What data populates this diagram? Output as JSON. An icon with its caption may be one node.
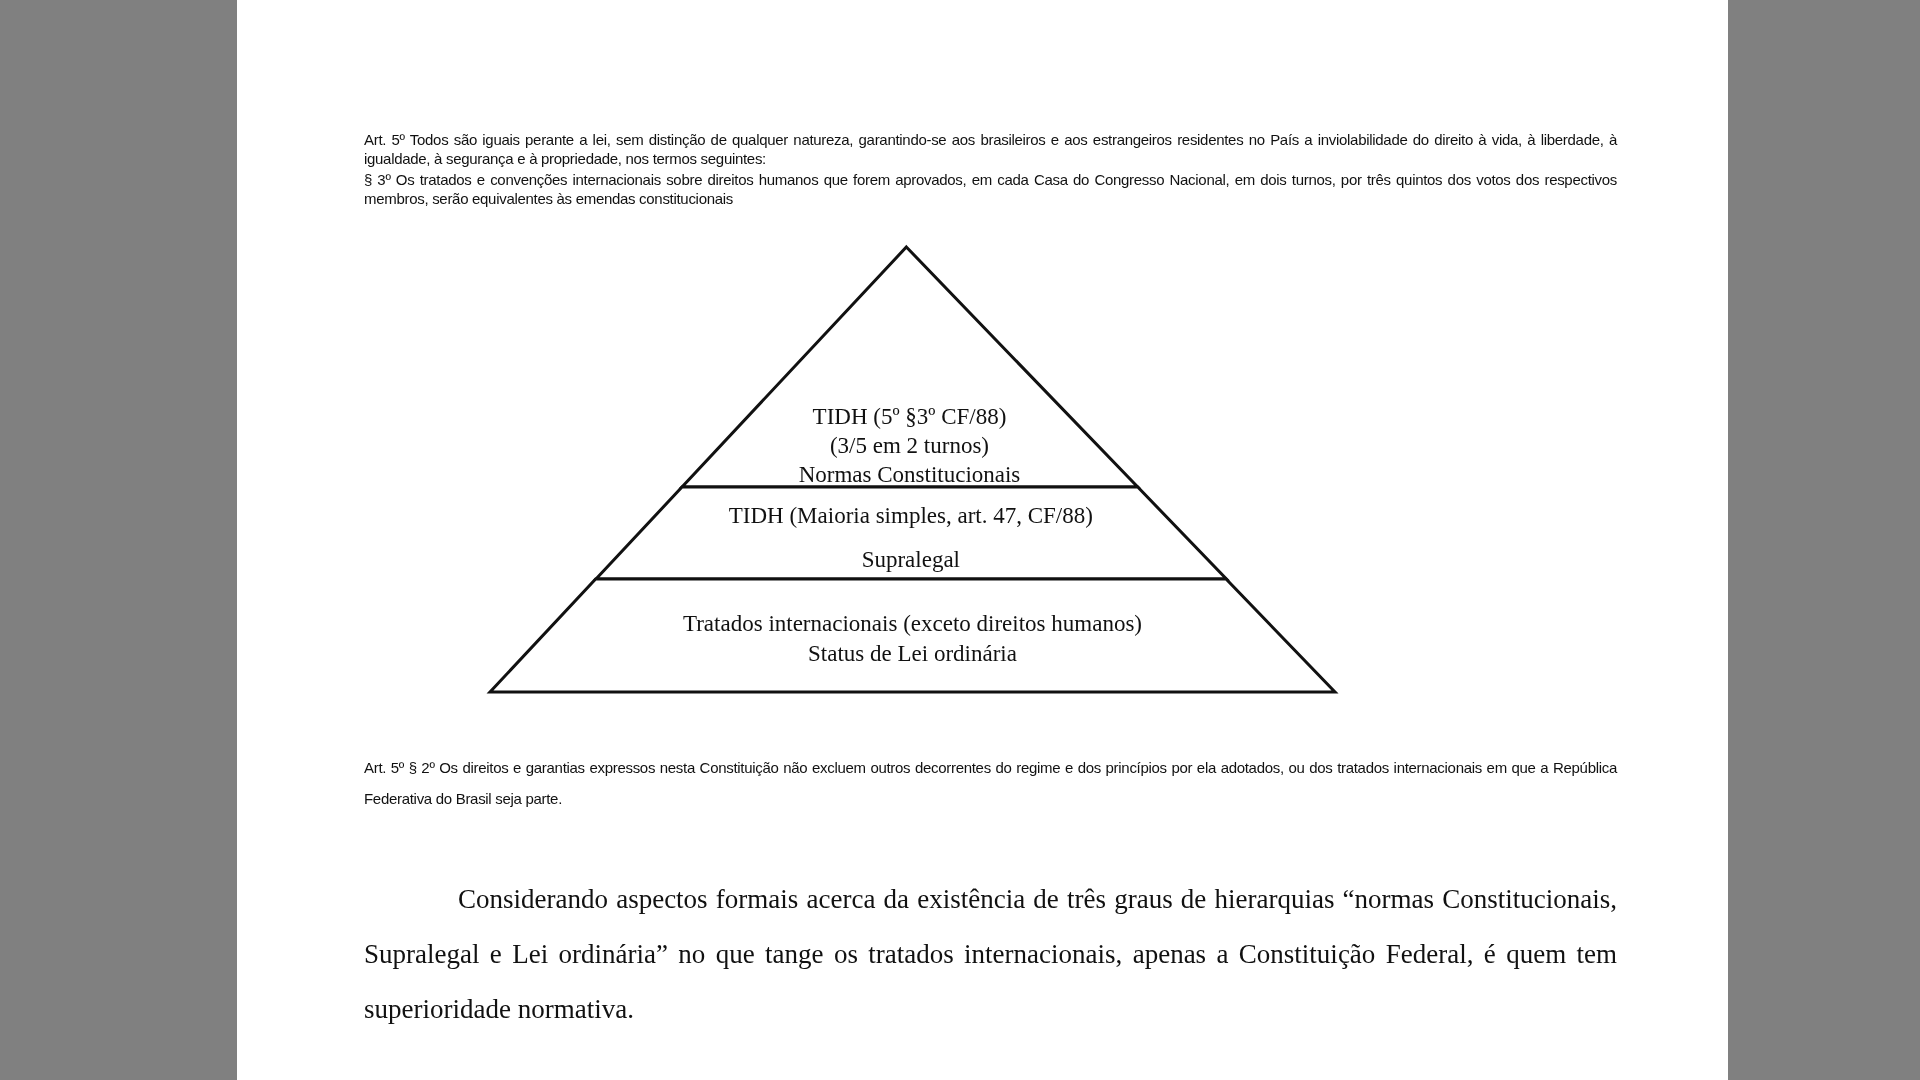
{
  "diagram": {
    "nodes": [
      {
        "text": [
          "TIDH (5º §3º CF/88)",
          "(3/5 em 2 turnos)",
          "Normas Constitucionais"
        ]
      },
      {
        "text": [
          "TIDH (Maioria simples, art. 47, CF/88)",
          "Supralegal"
        ]
      },
      {
        "text": [
          "Tratados internacionais (exceto direitos humanos)",
          "Status de Lei ordinária"
        ]
      }
    ],
    "edges": [],
    "labels": [
      "Art. 5º Todos são iguais perante a lei, sem distinção de qualquer natureza, garantindo-se aos brasileiros e aos estrangeiros residentes no País a inviolabilidade do direito à vida, à liberdade, à igualdade, à segurança e à propriedade, nos termos seguintes:",
      "§ 3º Os tratados e convenções internacionais sobre direitos humanos que forem aprovados, em cada Casa do Congresso Nacional, em dois turnos, por três quintos dos votos dos respectivos membros, serão equivalentes às emendas constitucionais",
      "Art. 5º § 2º Os direitos e garantias expressos nesta Constituição não excluem outros decorrentes do regime e dos princípios por ela adotados, ou dos tratados internacionais em que a República Federativa do Brasil seja parte.",
      "Considerando aspectos formais acerca da existência de três graus de hierarquias “normas Constitucionais, Supralegal e Lei ordinária” no que tange os tratados internacionais, apenas a Constituição Federal, é quem tem superioridade normativa."
    ]
  }
}
